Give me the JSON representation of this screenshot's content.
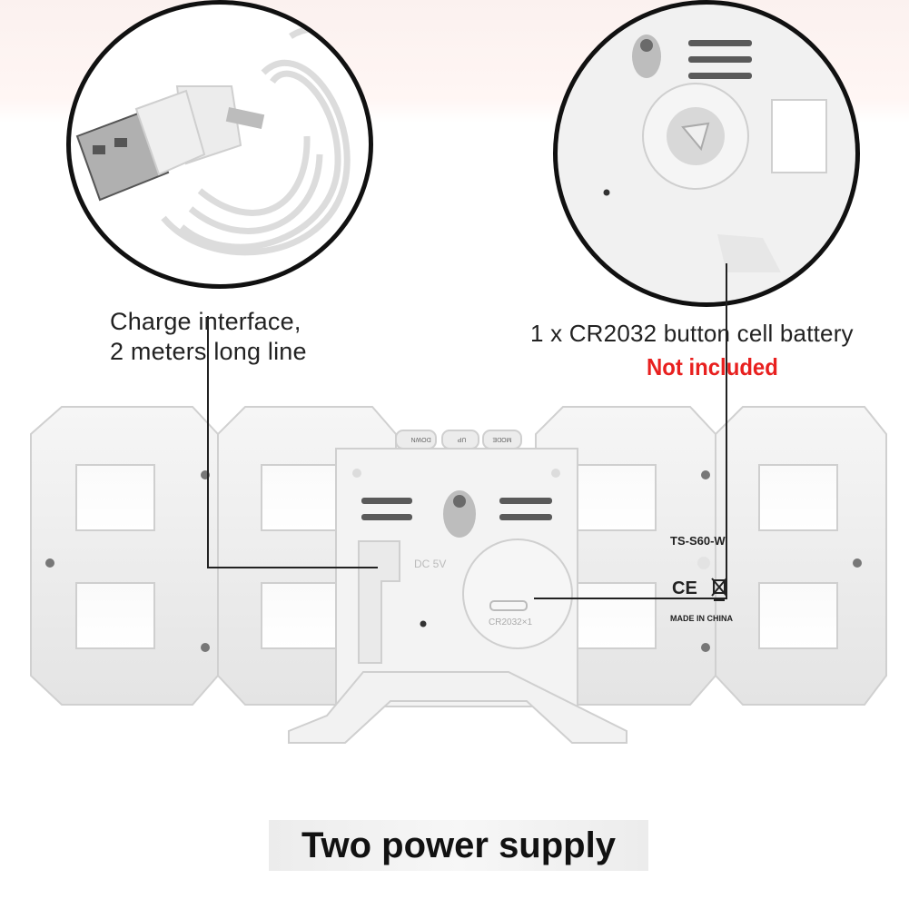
{
  "labels": {
    "charge_interface": "Charge interface,\n2 meters long line",
    "battery": "1 x CR2032 button cell battery",
    "battery_note": "Not included"
  },
  "device": {
    "model": "TS-S60-W",
    "made_in": "MADE IN CHINA",
    "dc_rating": "DC 5V",
    "battery_cover": "CR2032×1",
    "buttons": [
      "DOWN",
      "UP",
      "MODE"
    ],
    "cert_mark": "CE"
  },
  "caption": "Two power supply",
  "colors": {
    "note_red": "#e8201f",
    "device_white": "#f2f2f2",
    "outline": "#111111"
  }
}
